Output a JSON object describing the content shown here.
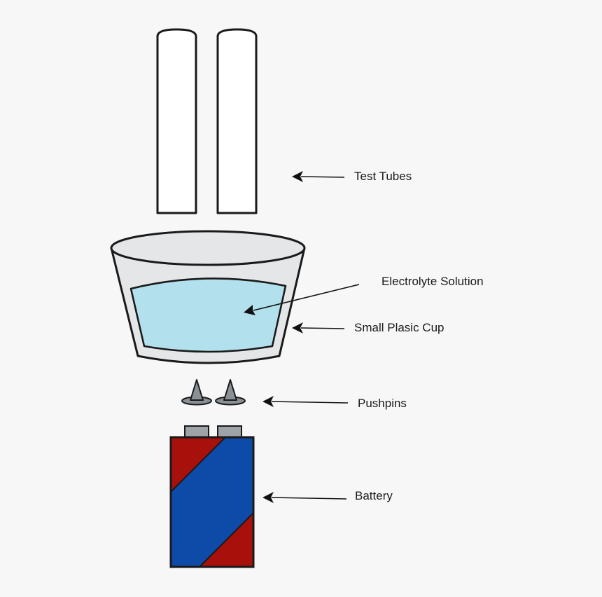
{
  "labels": {
    "test_tubes": "Test Tubes",
    "electrolyte_solution": "Electrolyte Solution",
    "small_plastic_cup": "Small Plasic Cup",
    "pushpins": "Pushpins",
    "battery": "Battery"
  },
  "colors": {
    "background": "#f7f7f7",
    "tube_fill": "#ffffff",
    "cup_fill": "#e4e6e8",
    "solution_fill": "#b2e0ec",
    "pin_fill": "#8a9094",
    "terminal_fill": "#9ea3a7",
    "battery_red": "#a8100c",
    "battery_blue": "#0e4aa8",
    "outline": "#1a1a1a"
  }
}
